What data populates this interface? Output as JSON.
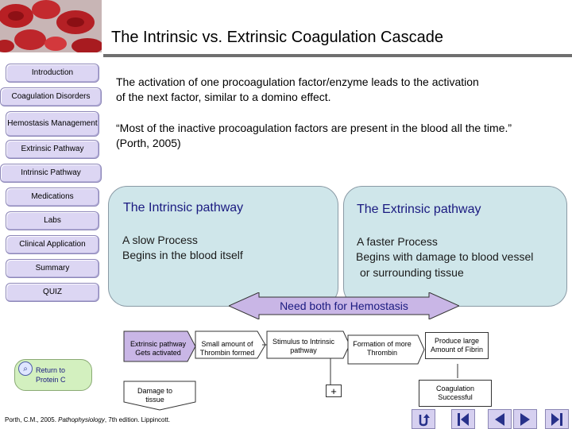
{
  "title": "The Intrinsic vs. Extrinsic Coagulation Cascade",
  "nav": {
    "items": [
      "Introduction",
      "Coagulation Disorders",
      "Hemostasis Management",
      "Extrinsic Pathway",
      "Intrinsic Pathway",
      "Medications",
      "Labs",
      "Clinical Application",
      "Summary",
      "QUIZ"
    ]
  },
  "body": {
    "para1": "The activation of one procoagulation factor/enzyme leads to the activation of the next factor, similar to a domino effect.",
    "para2": "“Most of the inactive procoagulation factors are present in the blood all the time.” (Porth, 2005)"
  },
  "intrinsic_panel": {
    "title": "The Intrinsic pathway",
    "line1": "A slow Process",
    "line2": "Begins in the blood itself"
  },
  "extrinsic_panel": {
    "title": "The Extrinsic pathway",
    "line1": "A faster Process",
    "line2": "Begins with damage to blood vessel",
    "line3": "or surrounding tissue"
  },
  "hemostasis_arrow": "Need both for Hemostasis",
  "flow": {
    "extrinsic_activated": "Extrinsic pathway Gets activated",
    "small_thrombin": "Small amount of Thrombin formed",
    "stimulus_intrinsic": "Stimulus to Intrinsic pathway",
    "more_thrombin": "Formation of more Thrombin",
    "large_fibrin": "Produce large Amount of Fibrin",
    "damage_tissue": "Damage to tissue",
    "plus_sign": "+",
    "coag_success": "Coagulation Successful"
  },
  "return_link": {
    "line1": "Return to",
    "line2": "Protein C"
  },
  "reference": {
    "prefix": "Porth, C.M., 2005. ",
    "title": "Pathophysiology",
    "suffix": ", 7th edition. Lippincott."
  },
  "colors": {
    "nav_bg": "#dcd6f3",
    "panel_bg": "#cfe6ea",
    "arrow_bg": "#c9b6e6",
    "control_bg": "#d6d0f0"
  },
  "controls": [
    "return-icon",
    "first-slide-icon",
    "previous-icon",
    "next-icon",
    "last-slide-icon"
  ]
}
